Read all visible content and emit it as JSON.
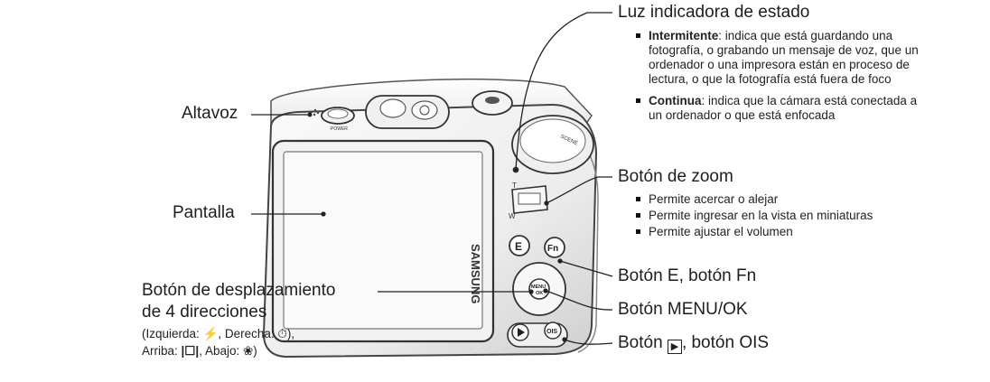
{
  "labels": {
    "speaker": "Altavoz",
    "screen": "Pantalla",
    "nav_line1": "Botón de desplazamiento",
    "nav_line2": "de 4 direcciones",
    "nav_note1_a": "(Izquierda: ",
    "nav_note1_b": ", Derecha: ",
    "nav_note1_c": "),",
    "nav_note2_a": "Arriba: ",
    "nav_note2_b": ", Abajo: ",
    "nav_note2_c": ")",
    "status_light": "Luz indicadora de estado",
    "zoom_button": "Botón de zoom",
    "e_fn_button": "Botón E, botón Fn",
    "menu_ok_button": "Botón MENU/OK",
    "play_ois_a": "Botón ",
    "play_ois_b": ", botón OIS"
  },
  "status_light_bullets": [
    {
      "term": "Intermitente",
      "text_lines": [
        ": indica que está guardando una",
        "fotografía, o grabando un mensaje de voz, que un",
        "ordenador o una impresora están en proceso de",
        "lectura, o que la fotografía está fuera de foco"
      ]
    },
    {
      "term": "Continua",
      "text_lines": [
        ": indica que la cámara está conectada a",
        "un ordenador o que está enfocada"
      ]
    }
  ],
  "zoom_bullets": [
    "Permite acercar o alejar",
    "Permite ingresar en la vista en miniaturas",
    "Permite ajustar el volumen"
  ],
  "camera": {
    "brand": "SAMSUNG",
    "power_label": "POWER",
    "zoom_t": "T",
    "zoom_w": "W",
    "btn_e": "E",
    "btn_fn": "Fn",
    "btn_menu_line1": "MENU",
    "btn_menu_line2": "OK",
    "btn_ois": "OIS",
    "mode_scene": "SCENE"
  }
}
